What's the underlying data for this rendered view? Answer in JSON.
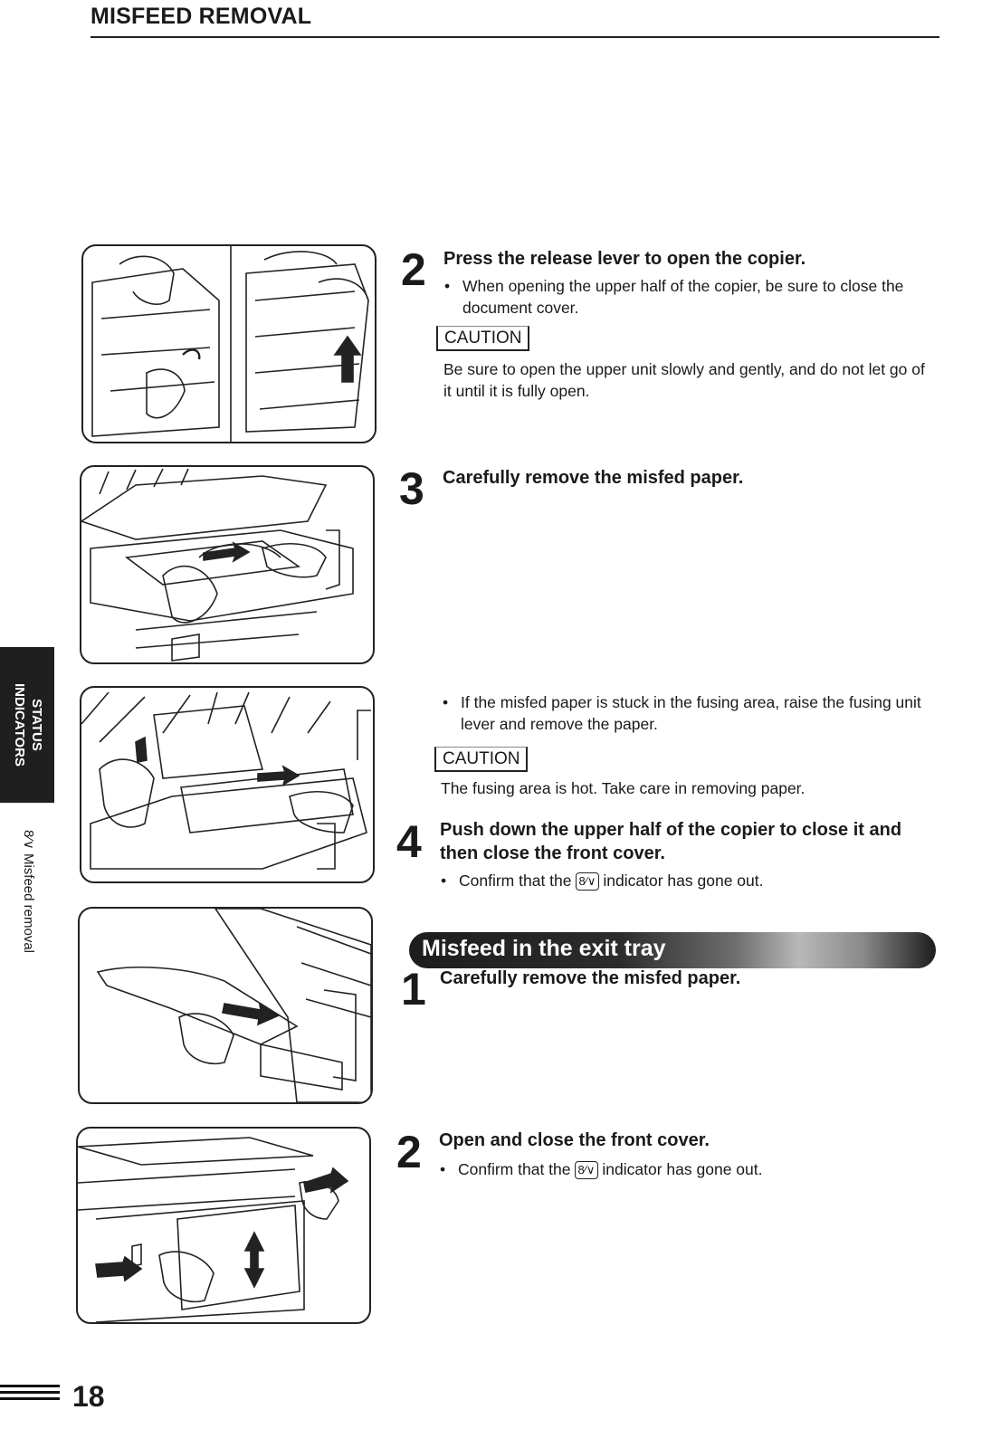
{
  "header": {
    "title": "MISFEED REMOVAL"
  },
  "steps_upper": [
    {
      "number": "2",
      "heading": "Press the release lever to open the copier.",
      "bullet": "When opening the upper half of the copier, be sure to close the document cover.",
      "caution_label": "CAUTION",
      "caution_text": "Be sure to open the upper unit slowly and gently, and do not let go of it until it is fully open."
    },
    {
      "number": "3",
      "heading": "Carefully remove the misfed paper."
    }
  ],
  "fusing_note": {
    "bullet": "If the misfed paper is stuck in the fusing area, raise the fusing unit lever and remove the paper.",
    "caution_label": "CAUTION",
    "caution_text": "The fusing area is hot. Take care in removing paper."
  },
  "step4": {
    "number": "4",
    "heading": "Push down the upper half of the copier to close it and then close the front cover.",
    "bullet_before": "Confirm that the",
    "indicator": "8⁄∨",
    "bullet_after": "indicator has gone out."
  },
  "exit_tray": {
    "banner": "Misfeed in the exit tray",
    "steps": [
      {
        "number": "1",
        "heading": "Carefully remove the misfed paper."
      },
      {
        "number": "2",
        "heading": "Open and close the front cover.",
        "bullet_before": "Confirm that the",
        "indicator": "8⁄∨",
        "bullet_after": "indicator has gone out."
      }
    ]
  },
  "side_tab": {
    "line1": "STATUS",
    "line2": "INDICATORS",
    "label": "8⁄∨ Misfeed removal"
  },
  "footer": {
    "page_number": "18"
  }
}
